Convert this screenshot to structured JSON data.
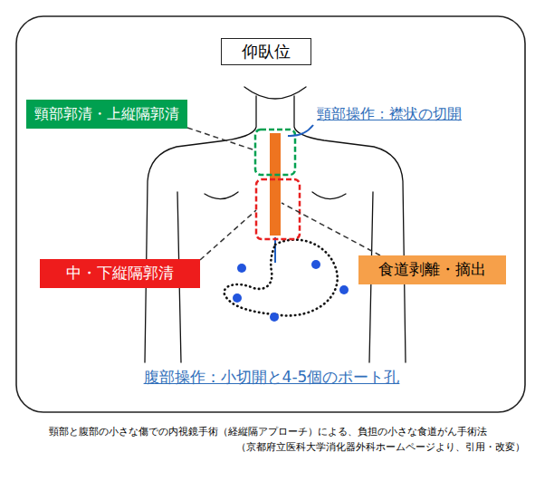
{
  "diagram": {
    "caption": "頸部と腹部の小さな傷での内視鏡手術（経縦隔アプローチ）による、負担の小さな食道がん手術法",
    "nodes": [
      {
        "text": [
          "仰臥位"
        ]
      },
      {
        "text": [
          "頸部郭清・上縦隔郭清"
        ]
      },
      {
        "text": [
          "中・下縦隔郭清"
        ]
      },
      {
        "text": [
          "食道剥離・摘出"
        ]
      }
    ],
    "labels": [
      "頸部操作：襟状の切開",
      "腹部操作：小切開と4-5個のポート孔",
      "（京都府立医科大学消化器外科ホームページより、引用・改変）"
    ]
  }
}
